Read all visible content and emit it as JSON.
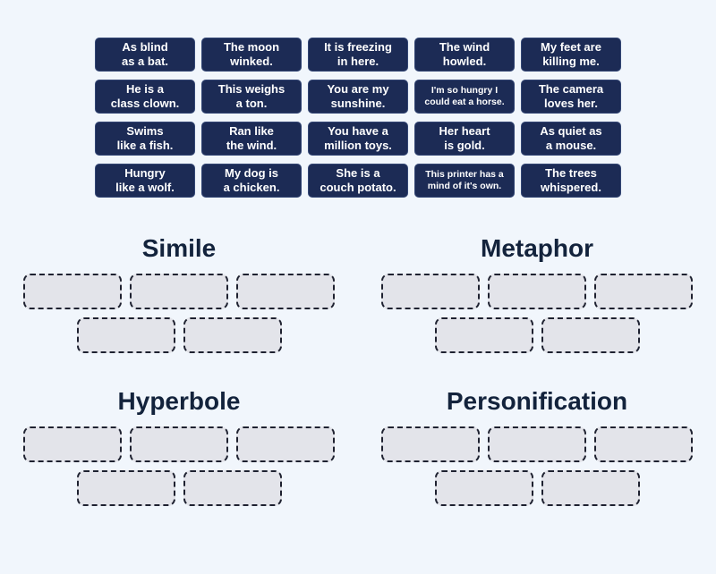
{
  "colors": {
    "page_bg": "#f1f6fc",
    "tile_bg": "#1c2b55",
    "tile_text": "#ffffff",
    "heading_text": "#13233c",
    "slot_bg": "#e3e4ea",
    "slot_border": "#1e2130"
  },
  "tiles": [
    {
      "lines": [
        "As blind",
        "as a bat."
      ]
    },
    {
      "lines": [
        "The moon",
        "winked."
      ]
    },
    {
      "lines": [
        "It is freezing",
        "in here."
      ]
    },
    {
      "lines": [
        "The wind",
        "howled."
      ]
    },
    {
      "lines": [
        "My feet are",
        "killing me."
      ]
    },
    {
      "lines": [
        "He is a",
        "class clown."
      ]
    },
    {
      "lines": [
        "This weighs",
        "a ton."
      ]
    },
    {
      "lines": [
        "You are my",
        "sunshine."
      ]
    },
    {
      "lines": [
        "I'm so hungry I",
        "could eat a horse."
      ]
    },
    {
      "lines": [
        "The camera",
        "loves her."
      ]
    },
    {
      "lines": [
        "Swims",
        "like a fish."
      ]
    },
    {
      "lines": [
        "Ran like",
        "the wind."
      ]
    },
    {
      "lines": [
        "You have a",
        "million toys."
      ]
    },
    {
      "lines": [
        "Her heart",
        "is gold."
      ]
    },
    {
      "lines": [
        "As quiet as",
        "a mouse."
      ]
    },
    {
      "lines": [
        "Hungry",
        "like a wolf."
      ]
    },
    {
      "lines": [
        "My dog is",
        "a chicken."
      ]
    },
    {
      "lines": [
        "She is a",
        "couch potato."
      ]
    },
    {
      "lines": [
        "This printer has a",
        "mind of it's own."
      ]
    },
    {
      "lines": [
        "The trees",
        "whispered."
      ]
    }
  ],
  "categories": [
    {
      "label": "Simile",
      "slot_rows": [
        3,
        2
      ]
    },
    {
      "label": "Metaphor",
      "slot_rows": [
        3,
        2
      ]
    },
    {
      "label": "Hyperbole",
      "slot_rows": [
        3,
        2
      ]
    },
    {
      "label": "Personification",
      "slot_rows": [
        3,
        2
      ]
    }
  ]
}
